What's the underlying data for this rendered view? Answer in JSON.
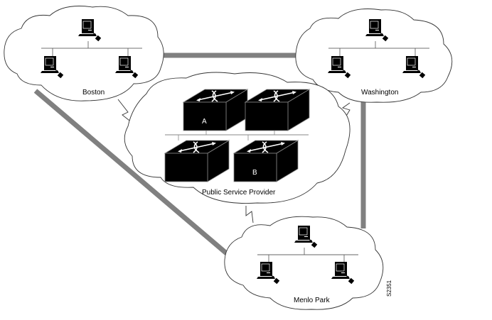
{
  "diagram": {
    "type": "network-topology",
    "figure_id": "S2351",
    "colors": {
      "background": "#ffffff",
      "cloud_stroke": "#333333",
      "wan_link": "#808080",
      "lan_bus_sites": "#a0a0a0",
      "lan_bus_provider": "#888888",
      "device_fill": "#000000",
      "device_highlight": "#ffffff"
    },
    "sites": [
      {
        "id": "boston",
        "label": "Boston",
        "hosts": 3,
        "host_icon": "workstation-icon"
      },
      {
        "id": "washington",
        "label": "Washington",
        "hosts": 3,
        "host_icon": "workstation-icon"
      },
      {
        "id": "menlo_park",
        "label": "Menlo Park",
        "hosts": 3,
        "host_icon": "workstation-icon"
      }
    ],
    "provider": {
      "label": "Public Service Provider",
      "switches": [
        {
          "id": "sw1",
          "label": "A",
          "icon": "atm-switch-icon"
        },
        {
          "id": "sw2",
          "label": "",
          "icon": "atm-switch-icon"
        },
        {
          "id": "sw3",
          "label": "",
          "icon": "atm-switch-icon"
        },
        {
          "id": "sw4",
          "label": "B",
          "icon": "atm-switch-icon"
        }
      ]
    },
    "wan_links": [
      {
        "from": "boston",
        "to": "washington",
        "style": "thick-gray"
      },
      {
        "from": "boston",
        "to": "menlo_park",
        "style": "thick-gray"
      },
      {
        "from": "washington",
        "to": "menlo_park",
        "style": "thick-gray"
      }
    ],
    "provider_links": [
      {
        "from": "boston",
        "to": "provider",
        "style": "lightning"
      },
      {
        "from": "washington",
        "to": "provider",
        "style": "lightning"
      },
      {
        "from": "menlo_park",
        "to": "provider",
        "style": "lightning"
      }
    ]
  }
}
